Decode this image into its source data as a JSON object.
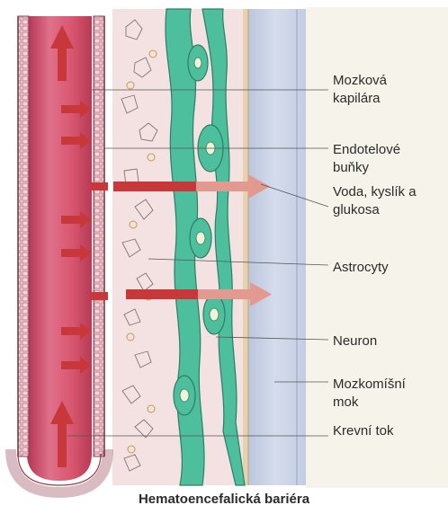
{
  "labels": {
    "capillary": "Mozková\nkapilára",
    "endothelial": "Endotelové\nbuňky",
    "water": "Voda, kyslík a\nglukosa",
    "astrocytes": "Astrocyty",
    "neuron": "Neuron",
    "csf": "Mozkomíšní\nmok",
    "blood_flow": "Krevní tok"
  },
  "caption": "Hematoencefalická bariéra",
  "colors": {
    "panel": "#f6f4ea",
    "vessel": "#d2506a",
    "vessel_light": "#e98a9a",
    "arrow": "#c8383a",
    "arrow_light": "#e29a90",
    "astro_tissue": "#f3dede",
    "neuron": "#4dbf9c",
    "csf": "#c9d3e6",
    "stripe": "#d9c19a"
  }
}
